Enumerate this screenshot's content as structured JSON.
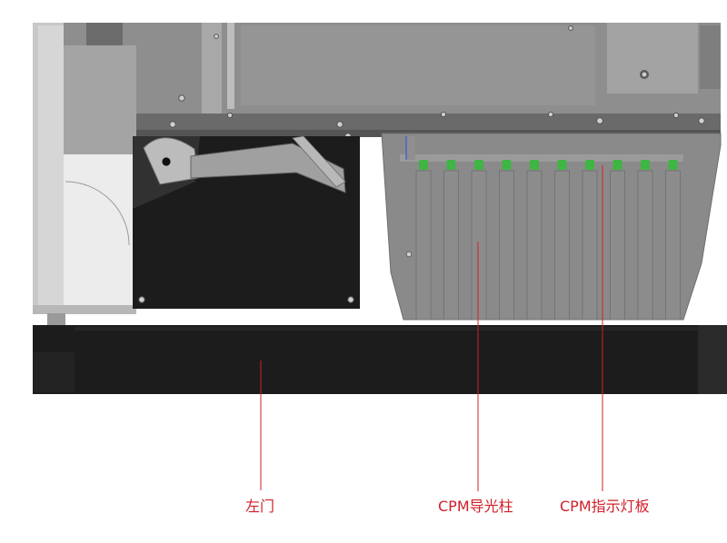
{
  "labels": {
    "left_door": "左门",
    "cpm_light_pipe": "CPM导光柱",
    "cpm_indicator_board": "CPM指示灯板"
  },
  "colors": {
    "callout": "#d0202a",
    "panel_dark": "#1c1c1c",
    "chassis_gray": "#8a8a8a",
    "light_pipe": "#8c8c8c",
    "led_green": "#3fb543"
  },
  "light_pipe_count": 10
}
